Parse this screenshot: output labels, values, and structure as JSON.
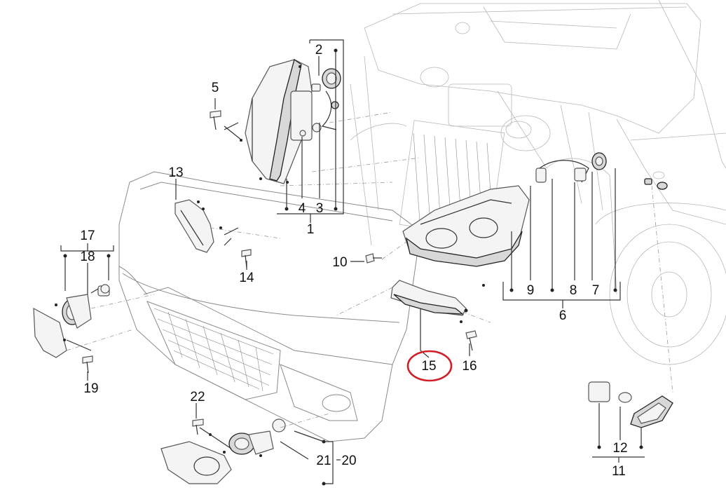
{
  "callouts": [
    {
      "id": "c1",
      "text": "1"
    },
    {
      "id": "c2",
      "text": "2"
    },
    {
      "id": "c3",
      "text": "3"
    },
    {
      "id": "c4",
      "text": "4"
    },
    {
      "id": "c5",
      "text": "5"
    },
    {
      "id": "c6",
      "text": "6"
    },
    {
      "id": "c7",
      "text": "7"
    },
    {
      "id": "c8",
      "text": "8"
    },
    {
      "id": "c9",
      "text": "9"
    },
    {
      "id": "c10",
      "text": "10"
    },
    {
      "id": "c11",
      "text": "11"
    },
    {
      "id": "c12",
      "text": "12"
    },
    {
      "id": "c13",
      "text": "13"
    },
    {
      "id": "c14",
      "text": "14"
    },
    {
      "id": "c15",
      "text": "15"
    },
    {
      "id": "c16",
      "text": "16"
    },
    {
      "id": "c17",
      "text": "17"
    },
    {
      "id": "c18",
      "text": "18"
    },
    {
      "id": "c19",
      "text": "19"
    },
    {
      "id": "c20",
      "text": "20"
    },
    {
      "id": "c21",
      "text": "21"
    },
    {
      "id": "c22",
      "text": "22"
    }
  ],
  "highlighted_callout": "15",
  "highlight_color": "#d0202a"
}
